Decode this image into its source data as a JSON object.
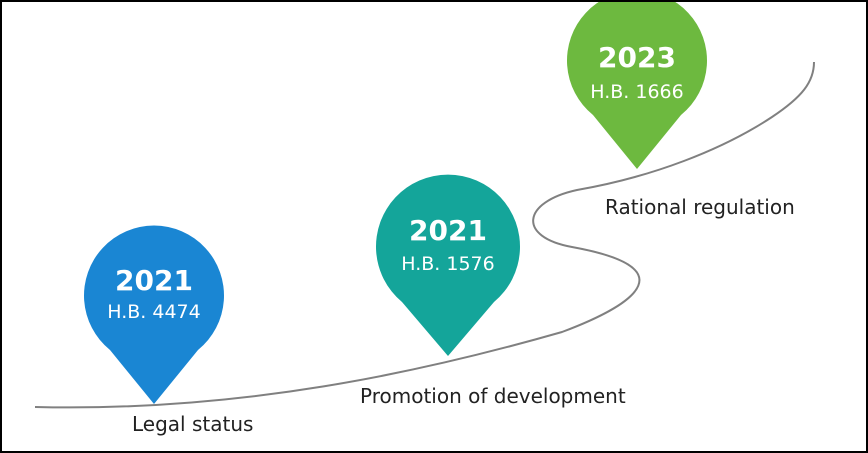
{
  "milestones": [
    {
      "year": "2021",
      "bill": "H.B. 4474",
      "label": "Legal status",
      "color": "#1a86d3"
    },
    {
      "year": "2021",
      "bill": "H.B. 1576",
      "label": "Promotion of development",
      "color": "#14a59a"
    },
    {
      "year": "2023",
      "bill": "H.B. 1666",
      "label": "Rational regulation",
      "color": "#6db93f"
    }
  ],
  "timeline_color": "#808080"
}
